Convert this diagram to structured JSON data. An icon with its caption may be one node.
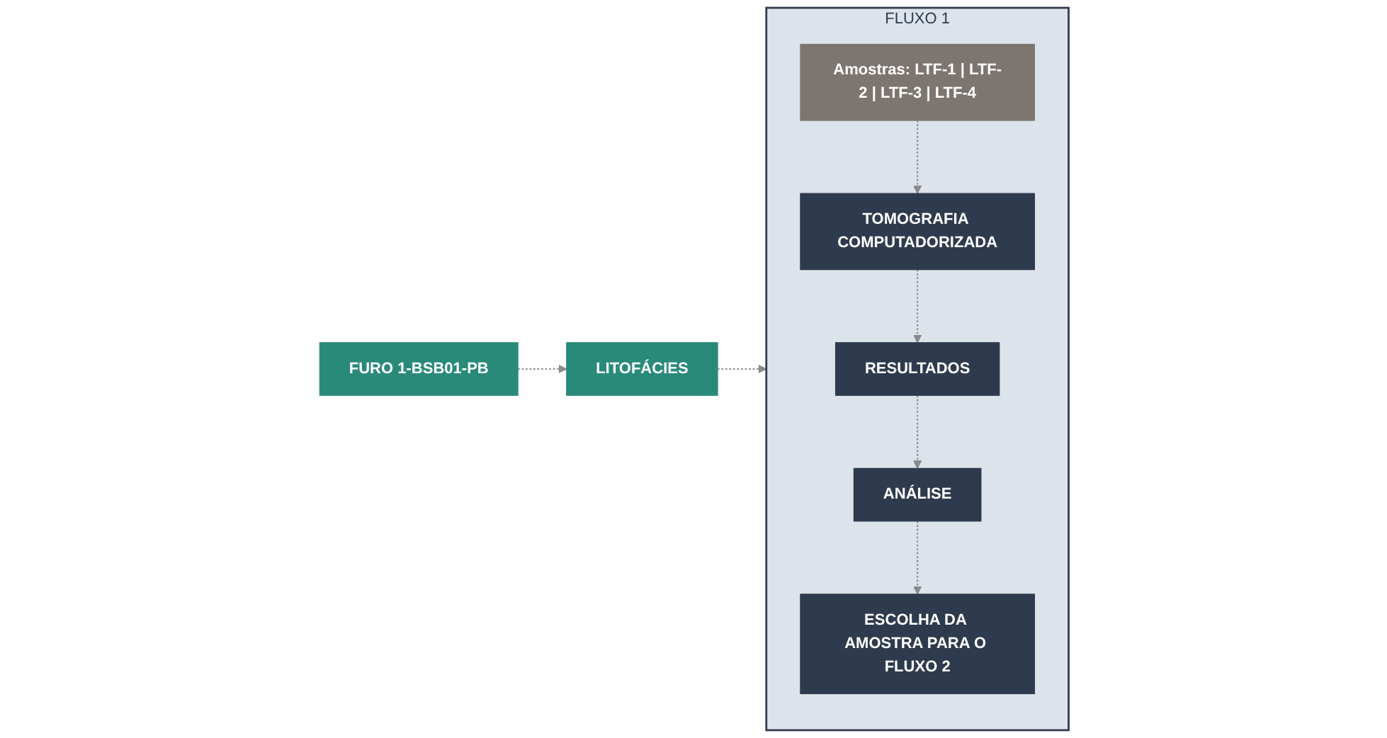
{
  "diagram": {
    "nodes": [
      {
        "text": [
          "FURO 1-BSB01-PB"
        ]
      },
      {
        "text": [
          "LITOFÁCIES"
        ]
      },
      {
        "text": [
          "FLUXO 1"
        ]
      },
      {
        "text": [
          "Amostras: LTF-1 | LTF-2 | LTF-3 | LTF-4"
        ],
        "in": 2
      },
      {
        "text": [
          "TOMOGRAFIA COMPUTADORIZADA"
        ],
        "in": 2
      },
      {
        "text": [
          "RESULTADOS"
        ],
        "in": 2
      },
      {
        "text": [
          "ANÁLISE"
        ],
        "in": 2
      },
      {
        "text": [
          "ESCOLHA DA AMOSTRA PARA O FLUXO 2"
        ],
        "in": 2
      }
    ],
    "edges": [
      {
        "from": 0,
        "to": 1,
        "arrow": "to",
        "style": "dashed"
      },
      {
        "from": 1,
        "to": 2,
        "arrow": "to",
        "style": "dashed"
      },
      {
        "from": 3,
        "to": 4,
        "arrow": "to",
        "style": "dashed"
      },
      {
        "from": 4,
        "to": 5,
        "arrow": "to",
        "style": "dashed"
      },
      {
        "from": 5,
        "to": 6,
        "arrow": "to",
        "style": "dashed"
      },
      {
        "from": 6,
        "to": 7,
        "arrow": "to",
        "style": "dashed"
      }
    ]
  }
}
